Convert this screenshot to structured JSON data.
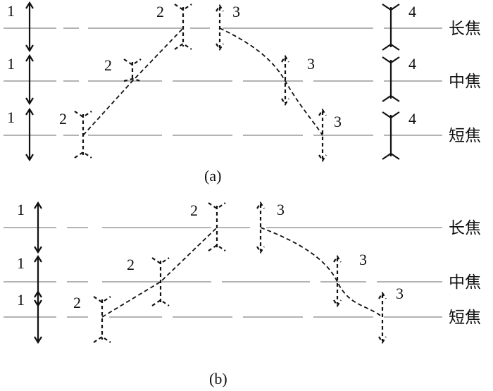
{
  "panels": [
    {
      "caption": "(a)",
      "rows": [
        "长焦",
        "中焦",
        "短焦"
      ],
      "groups": [
        {
          "label": "1",
          "type": "double-arrow",
          "style": "solid"
        },
        {
          "label": "2",
          "type": "concave",
          "style": "dashed"
        },
        {
          "label": "3",
          "type": "double-arrow",
          "style": "dashed"
        },
        {
          "label": "4",
          "type": "concave",
          "style": "solid"
        }
      ]
    },
    {
      "caption": "(b)",
      "rows": [
        "长焦",
        "中焦",
        "短焦"
      ],
      "groups": [
        {
          "label": "1",
          "type": "double-arrow",
          "style": "solid"
        },
        {
          "label": "2",
          "type": "concave",
          "style": "dashed"
        },
        {
          "label": "3",
          "type": "double-arrow",
          "style": "dashed"
        }
      ]
    }
  ],
  "colors": {
    "ink": "#111111",
    "guide": "#9a9a9a"
  }
}
